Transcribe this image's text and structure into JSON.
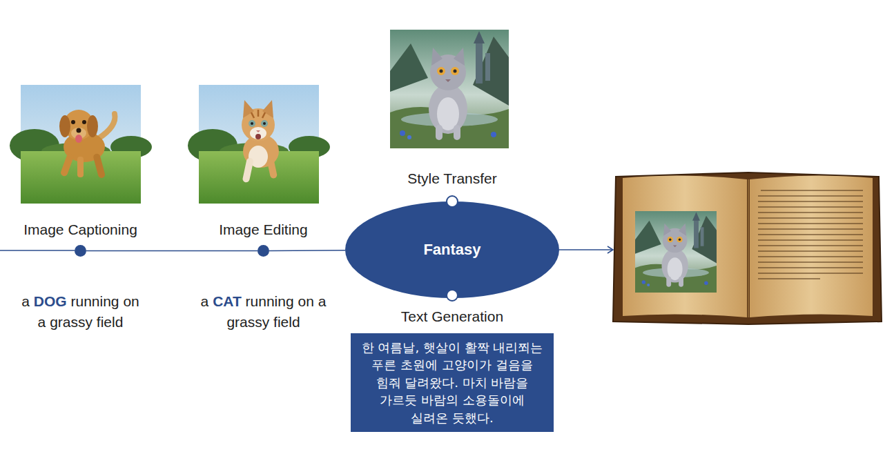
{
  "diagram": {
    "nodes": [
      {
        "text": [
          "Image Captioning",
          "a DOG running on a grassy field"
        ]
      },
      {
        "text": [
          "Image Editing",
          "a CAT running on a grassy field"
        ]
      },
      {
        "text": [
          "Fantasy"
        ]
      },
      {
        "text": [
          "Style Transfer"
        ]
      },
      {
        "text": [
          "Text Generation"
        ]
      },
      {
        "text": [
          "한 여름날, 햇살이 활짝 내리쬐는 푸른 초원에 고양이가 걸음을 힘줘 달려왔다. 마치 바람을 가르듯 바람의 소용돌이에 실려온 듯했다."
        ]
      }
    ],
    "edges": [
      {
        "from": 0,
        "to": 1,
        "arrow": "none"
      },
      {
        "from": 1,
        "to": 2,
        "arrow": "none"
      }
    ]
  }
}
